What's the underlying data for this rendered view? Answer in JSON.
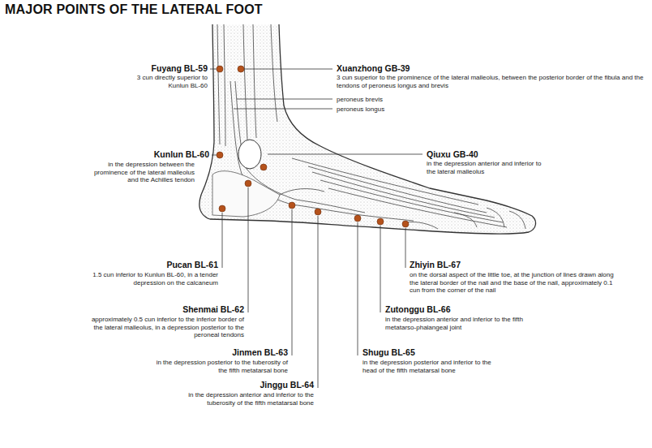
{
  "diagram": {
    "title": "MAJOR POINTS OF THE LATERAL FOOT",
    "labels": [
      "Fuyang BL-59",
      "3 cun directly superior to Kunlun BL-60",
      "Xuanzhong GB-39",
      "3 cun superior to the prominence of the lateral malleolus, between the posterior border of the fibula and the tendons of peroneus longus and brevis",
      "peroneus brevis",
      "peroneus longus",
      "Kunlun BL-60",
      "in the depression between the prominence of the lateral malleolus and the Achilles tendon",
      "Qiuxu GB-40",
      "in the depression anterior and inferior to the lateral malleolus",
      "Pucan BL-61",
      "1.5 cun inferior to Kunlun BL-60, in a tender depression on the calcaneum",
      "Shenmai BL-62",
      "approximately 0.5 cun inferior to the inferior border of the lateral malleolus, in a depression posterior to the peroneal tendons",
      "Jinmen BL-63",
      "in the depression posterior to the tuberosity of the fifth metatarsal bone",
      "Jinggu BL-64",
      "in the depression anterior and inferior to the tuberosity of the fifth metatarsal bone",
      "Zhiyin BL-67",
      "on the dorsal aspect of the little toe, at the junction of lines drawn along the lateral border of the nail and the base of the nail, approximately 0.1 cun from the corner of the nail",
      "Zutonggu BL-66",
      "in the depression anterior and inferior to the fifth metatarso-phalangeal joint",
      "Shugu BL-65",
      "in the depression posterior and inferior to the head of the fifth metatarsal bone"
    ]
  }
}
